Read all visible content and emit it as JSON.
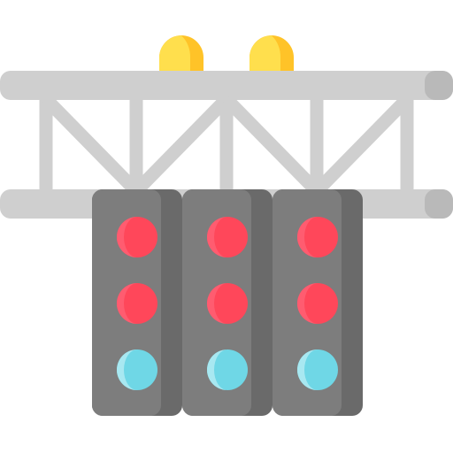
{
  "icon": {
    "name": "traffic-signal-gantry-icon",
    "colors": {
      "truss_main": "#cfcfcf",
      "truss_shade": "#b9b9b9",
      "beacon_main": "#ffdf4d",
      "beacon_shade": "#ffc328",
      "panel_main": "#7d7d7d",
      "panel_shade": "#6a6a6a",
      "light_red": "#ff475a",
      "light_red_highlight": "#ff5c70",
      "light_cyan": "#6fd7e6",
      "light_cyan_highlight": "#a8e8f1"
    },
    "beacon_count": 2,
    "panels": [
      {
        "lights": [
          "red",
          "red",
          "cyan"
        ]
      },
      {
        "lights": [
          "red",
          "red",
          "cyan"
        ]
      },
      {
        "lights": [
          "red",
          "red",
          "cyan"
        ]
      }
    ]
  }
}
